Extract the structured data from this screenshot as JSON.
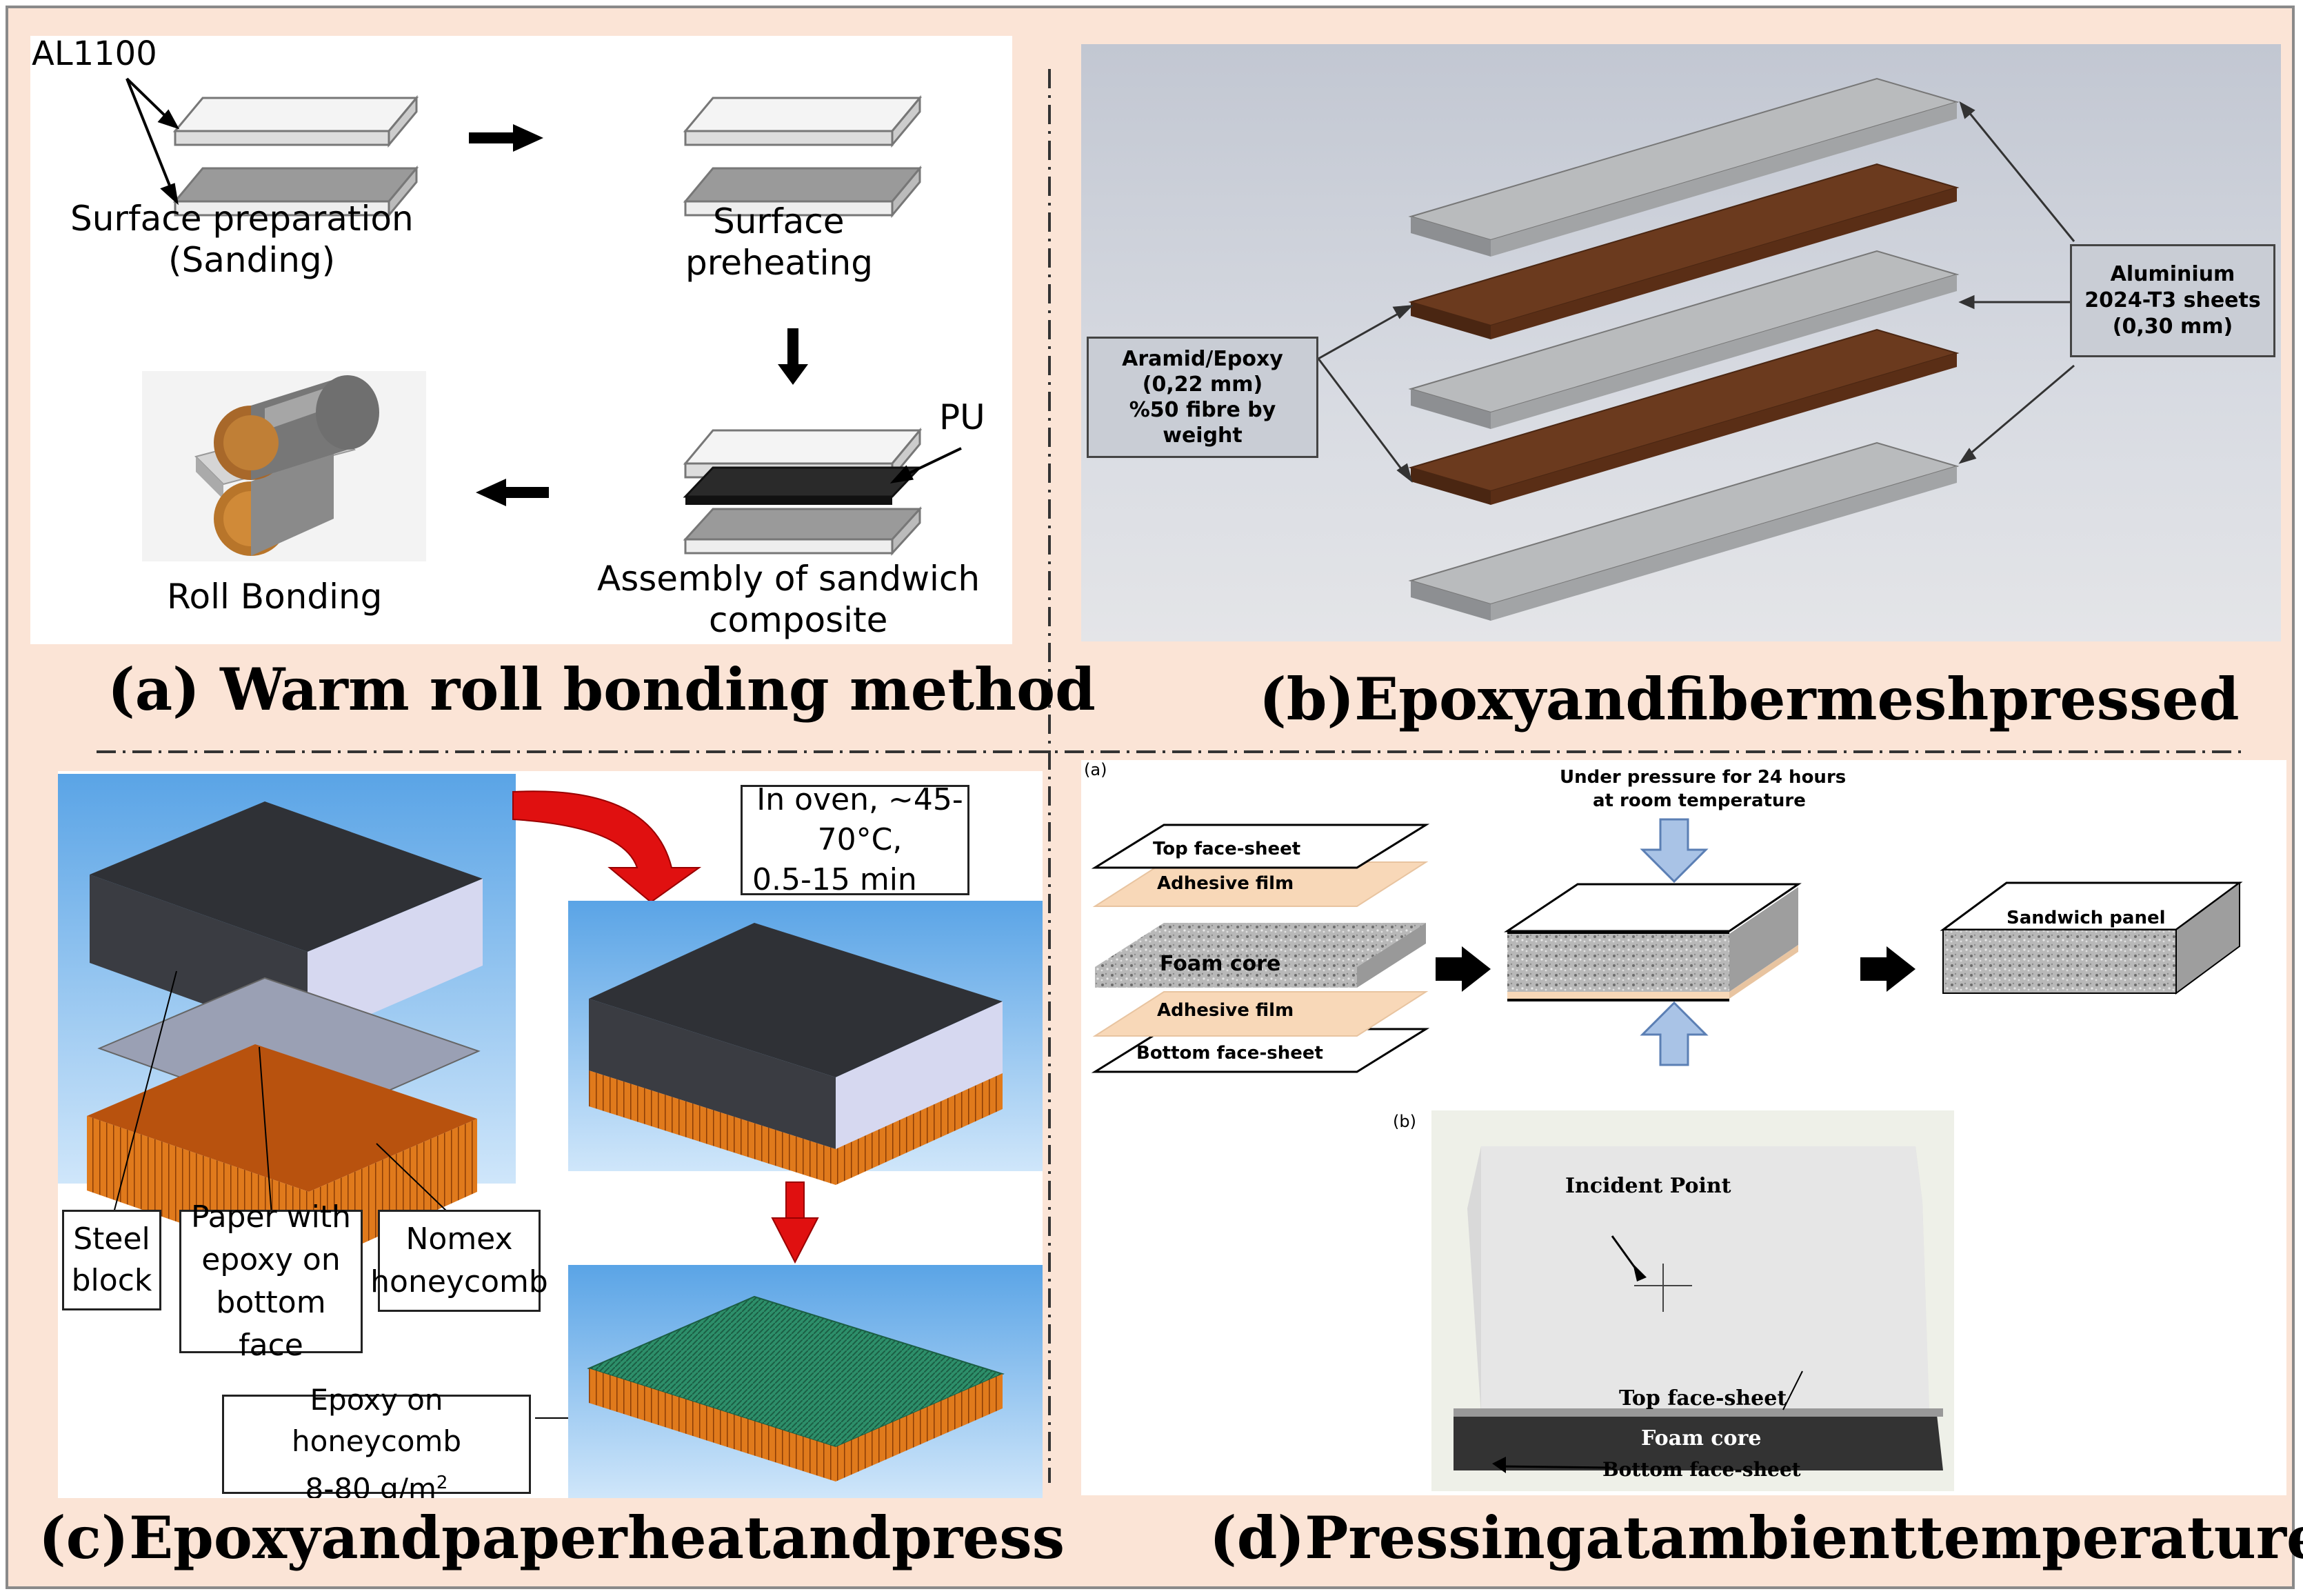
{
  "panel_a": {
    "material_label": "AL1100",
    "step1_line1": "Surface preparation",
    "step1_line2": "(Sanding)",
    "step2_line1": "Surface",
    "step2_line2": "preheating",
    "pu_label": "PU",
    "step3_line1": "Assembly of sandwich",
    "step3_line2": "composite",
    "step4": "Roll Bonding",
    "caption": "(a) Warm roll bonding method"
  },
  "panel_b": {
    "left_box": [
      "Aramid/Epoxy",
      "(0,22 mm)",
      "%50 fibre by",
      "weight"
    ],
    "right_box": [
      "Aluminium",
      "2024-T3 sheets",
      "(0,30 mm)"
    ],
    "caption_words": [
      "(b)",
      "Epoxy",
      "and",
      "fiber",
      "mesh",
      "pressed"
    ]
  },
  "panel_c": {
    "oven_line1": "In oven, ~45-70°C,",
    "oven_line2": "0.5-15 min",
    "steel_line1": "Steel",
    "steel_line2": "block",
    "paper_line1": "Paper with",
    "paper_line2": "epoxy on",
    "paper_line3": "bottom face",
    "nomex_line1": "Nomex",
    "nomex_line2": "honeycomb",
    "epoxy_line1": "Epoxy on honeycomb",
    "epoxy_line2": "8-80 g/m",
    "epoxy_sup": "2",
    "caption_words": [
      "(c)",
      "Epoxy",
      "and",
      "paper",
      "heat",
      "and",
      "press"
    ]
  },
  "panel_d": {
    "sub_a": "(a)",
    "pressure_line1": "Under pressure for 24 hours",
    "pressure_line2": "at room temperature",
    "top_face": "Top face-sheet",
    "adhesive1": "Adhesive film",
    "foam": "Foam core",
    "adhesive2": "Adhesive film",
    "bottom_face": "Bottom face-sheet",
    "sandwich": "Sandwich panel",
    "sub_b": "(b)",
    "incident": "Incident Point",
    "photo_top": "Top face-sheet",
    "photo_foam": "Foam core",
    "photo_bottom": "Bottom face-sheet",
    "caption_words": [
      "(d)",
      "Pressing",
      "at",
      "ambient",
      "temperature"
    ]
  },
  "colors": {
    "frame_bg": "#fbe4d6",
    "aramid": "#6b3a1e",
    "honeycomb": "#e07a1c",
    "arrow_red": "#e01010"
  }
}
